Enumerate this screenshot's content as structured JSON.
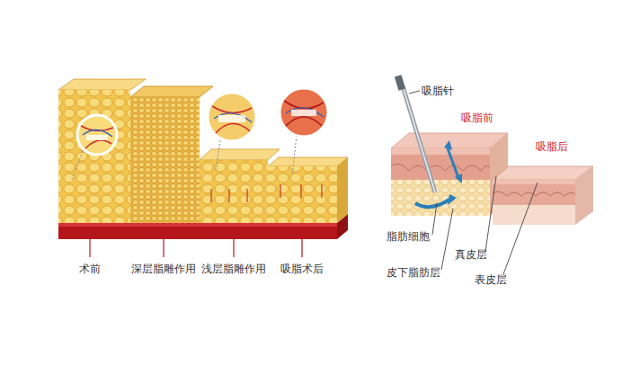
{
  "diagram": {
    "labels": [
      "术前",
      "深层脂雕作用",
      "浅层脂雕作用",
      "吸脂术后",
      "吸脂针",
      "吸脂前",
      "吸脂后",
      "脂肪细胞",
      "皮下脂肪层",
      "真皮层",
      "表皮层"
    ]
  }
}
